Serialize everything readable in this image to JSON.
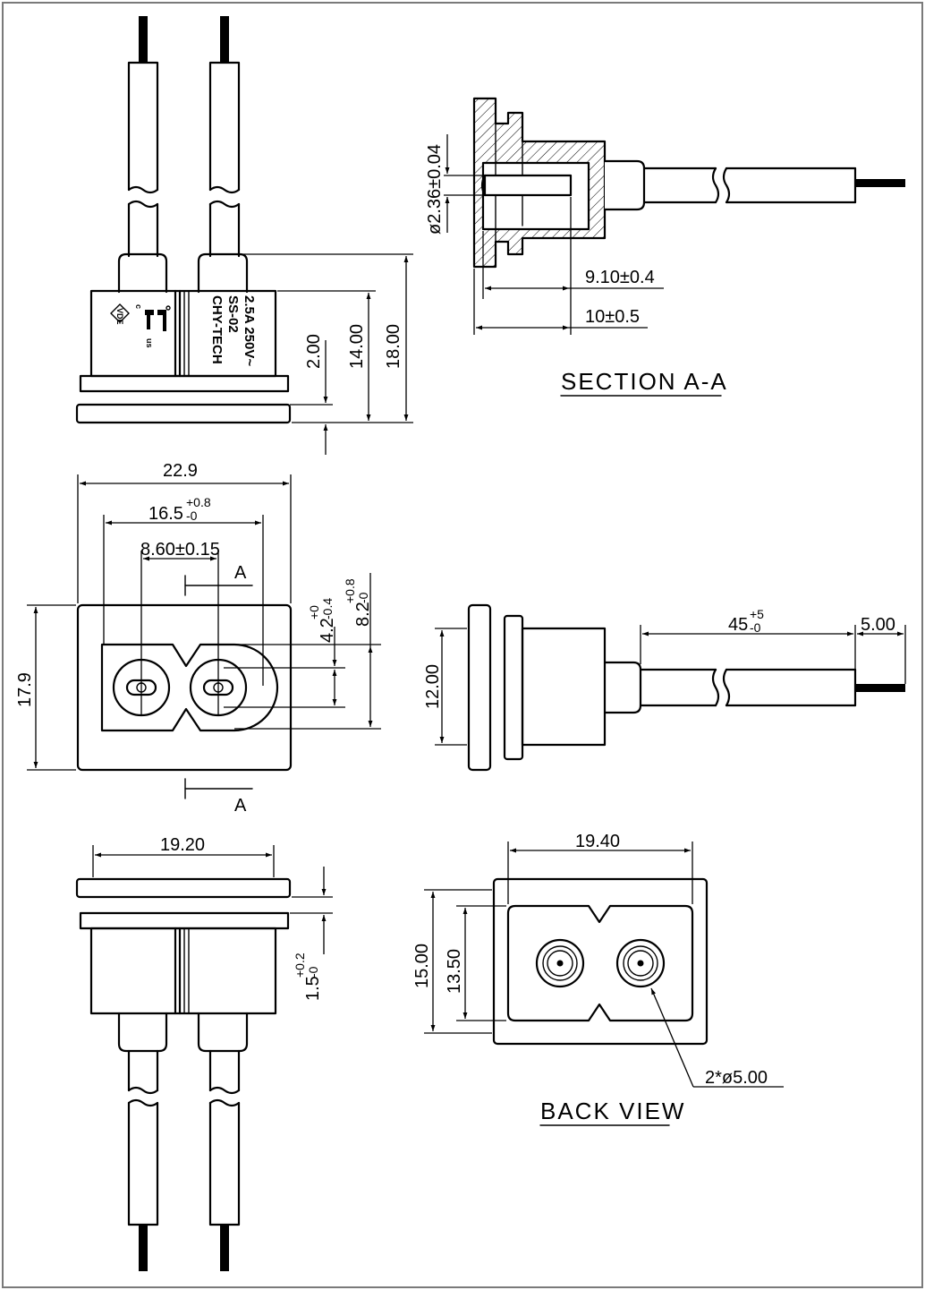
{
  "marking": {
    "line1": "CHY-TECH",
    "line2": "SS-02",
    "line3": "2.5A 250V~",
    "cert_c": "c",
    "cert_us": "us",
    "cert_vde": "VDE"
  },
  "front": {
    "dims": {
      "h_total": "18.00",
      "h_body": "14.00",
      "h_flange": "2.00"
    }
  },
  "section": {
    "title": "SECTION A-A",
    "dims": {
      "pin_dia": "ø2.36±0.04",
      "depth": "9.10±0.4",
      "length": "10±0.5"
    }
  },
  "top": {
    "dims": {
      "width": "22.9",
      "inner_width_base": "16.5",
      "inner_width_tol_plus": "+0.8",
      "inner_width_tol_minus": "-0",
      "pitch": "8.60±0.15",
      "height": "17.9",
      "slot_base": "4.2",
      "slot_tol_plus": "+0",
      "slot_tol_minus": "-0.4",
      "open_base": "8.2",
      "open_tol_plus": "+0.8",
      "open_tol_minus": "-0"
    },
    "section_marker": "A"
  },
  "side": {
    "dims": {
      "body_h": "12.00",
      "wire_base": "45",
      "wire_tol_plus": "+5",
      "wire_tol_minus": "-0",
      "strip": "5.00"
    }
  },
  "bottom": {
    "dims": {
      "width": "19.20",
      "flange_base": "1.5",
      "flange_tol_plus": "+0.2",
      "flange_tol_minus": "-0"
    }
  },
  "back": {
    "title": "BACK VIEW",
    "dims": {
      "width": "19.40",
      "h_outer": "15.00",
      "h_inner": "13.50",
      "holes": "2*ø5.00"
    }
  }
}
